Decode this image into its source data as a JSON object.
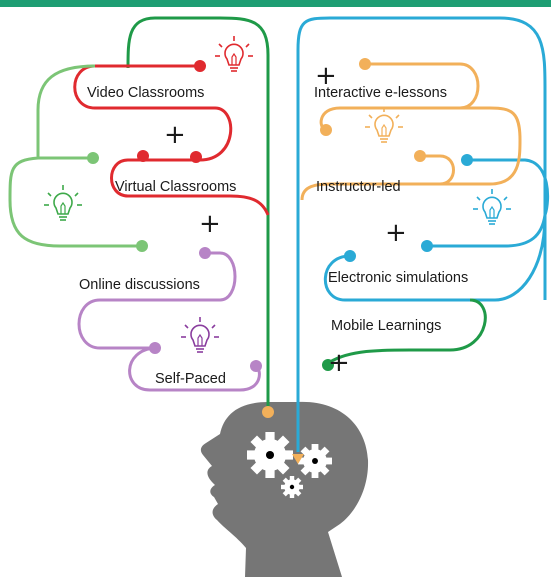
{
  "diagram": {
    "colors": {
      "top_bar": "#1e9e73",
      "red": "#e02a2f",
      "light_green": "#7cc576",
      "purple": "#b784c6",
      "dark_green": "#1f9a48",
      "blue": "#2aaad6",
      "orange": "#f2b05a",
      "head": "#767676"
    },
    "left_labels": {
      "video": "Video Classrooms",
      "virtual": "Virtual Classrooms",
      "online": "Online discussions",
      "self": "Self-Paced"
    },
    "right_labels": {
      "interactive": "Interactive e-lessons",
      "instructor": "Instructor-led",
      "electronic": "Electronic simulations",
      "mobile": "Mobile Learnings"
    },
    "plus_sign": "+"
  }
}
